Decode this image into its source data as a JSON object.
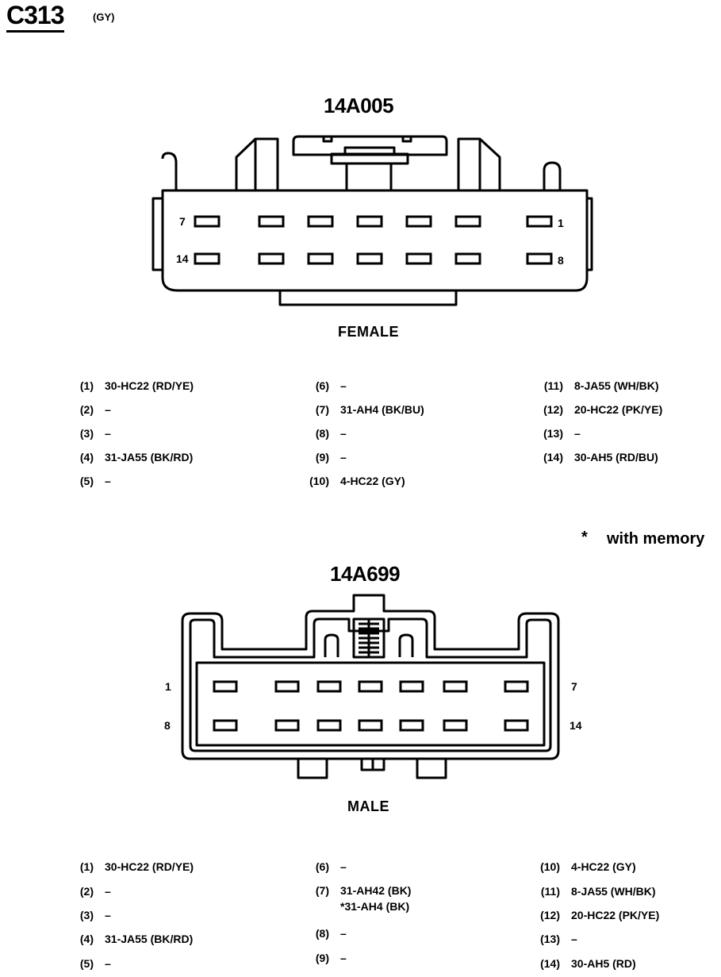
{
  "connector": {
    "id": "C313",
    "color": "(GY)"
  },
  "female": {
    "part_number": "14A005",
    "label": "FEMALE",
    "numbers": {
      "top_left": "7",
      "top_right": "1",
      "bottom_left": "14",
      "bottom_right": "8"
    },
    "pins": [
      {
        "num": "(1)",
        "circuit": "30-HC22 (RD/YE)"
      },
      {
        "num": "(2)",
        "circuit": "–"
      },
      {
        "num": "(3)",
        "circuit": "–"
      },
      {
        "num": "(4)",
        "circuit": "31-JA55 (BK/RD)"
      },
      {
        "num": "(5)",
        "circuit": "–"
      },
      {
        "num": "(6)",
        "circuit": "–"
      },
      {
        "num": "(7)",
        "circuit": "31-AH4 (BK/BU)"
      },
      {
        "num": "(8)",
        "circuit": "–"
      },
      {
        "num": "(9)",
        "circuit": "–"
      },
      {
        "num": "(10)",
        "circuit": "4-HC22 (GY)"
      },
      {
        "num": "(11)",
        "circuit": "8-JA55 (WH/BK)"
      },
      {
        "num": "(12)",
        "circuit": "20-HC22 (PK/YE)"
      },
      {
        "num": "(13)",
        "circuit": "–"
      },
      {
        "num": "(14)",
        "circuit": "30-AH5 (RD/BU)"
      }
    ]
  },
  "footnote": {
    "marker": "*",
    "text": "with memory"
  },
  "male": {
    "part_number": "14A699",
    "label": "MALE",
    "numbers": {
      "top_left": "1",
      "top_right": "7",
      "bottom_left": "8",
      "bottom_right": "14"
    },
    "pins": [
      {
        "num": "(1)",
        "circuit": "30-HC22 (RD/YE)"
      },
      {
        "num": "(2)",
        "circuit": "–"
      },
      {
        "num": "(3)",
        "circuit": "–"
      },
      {
        "num": "(4)",
        "circuit": "31-JA55 (BK/RD)"
      },
      {
        "num": "(5)",
        "circuit": "–"
      },
      {
        "num": "(6)",
        "circuit": "–"
      },
      {
        "num": "(7)",
        "circuit": "31-AH42 (BK)",
        "circuit_alt": "*31-AH4 (BK)"
      },
      {
        "num": "(8)",
        "circuit": "–"
      },
      {
        "num": "(9)",
        "circuit": "–"
      },
      {
        "num": "(10)",
        "circuit": "4-HC22 (GY)"
      },
      {
        "num": "(11)",
        "circuit": "8-JA55 (WH/BK)"
      },
      {
        "num": "(12)",
        "circuit": "20-HC22 (PK/YE)"
      },
      {
        "num": "(13)",
        "circuit": "–"
      },
      {
        "num": "(14)",
        "circuit": "30-AH5 (RD)"
      }
    ]
  }
}
